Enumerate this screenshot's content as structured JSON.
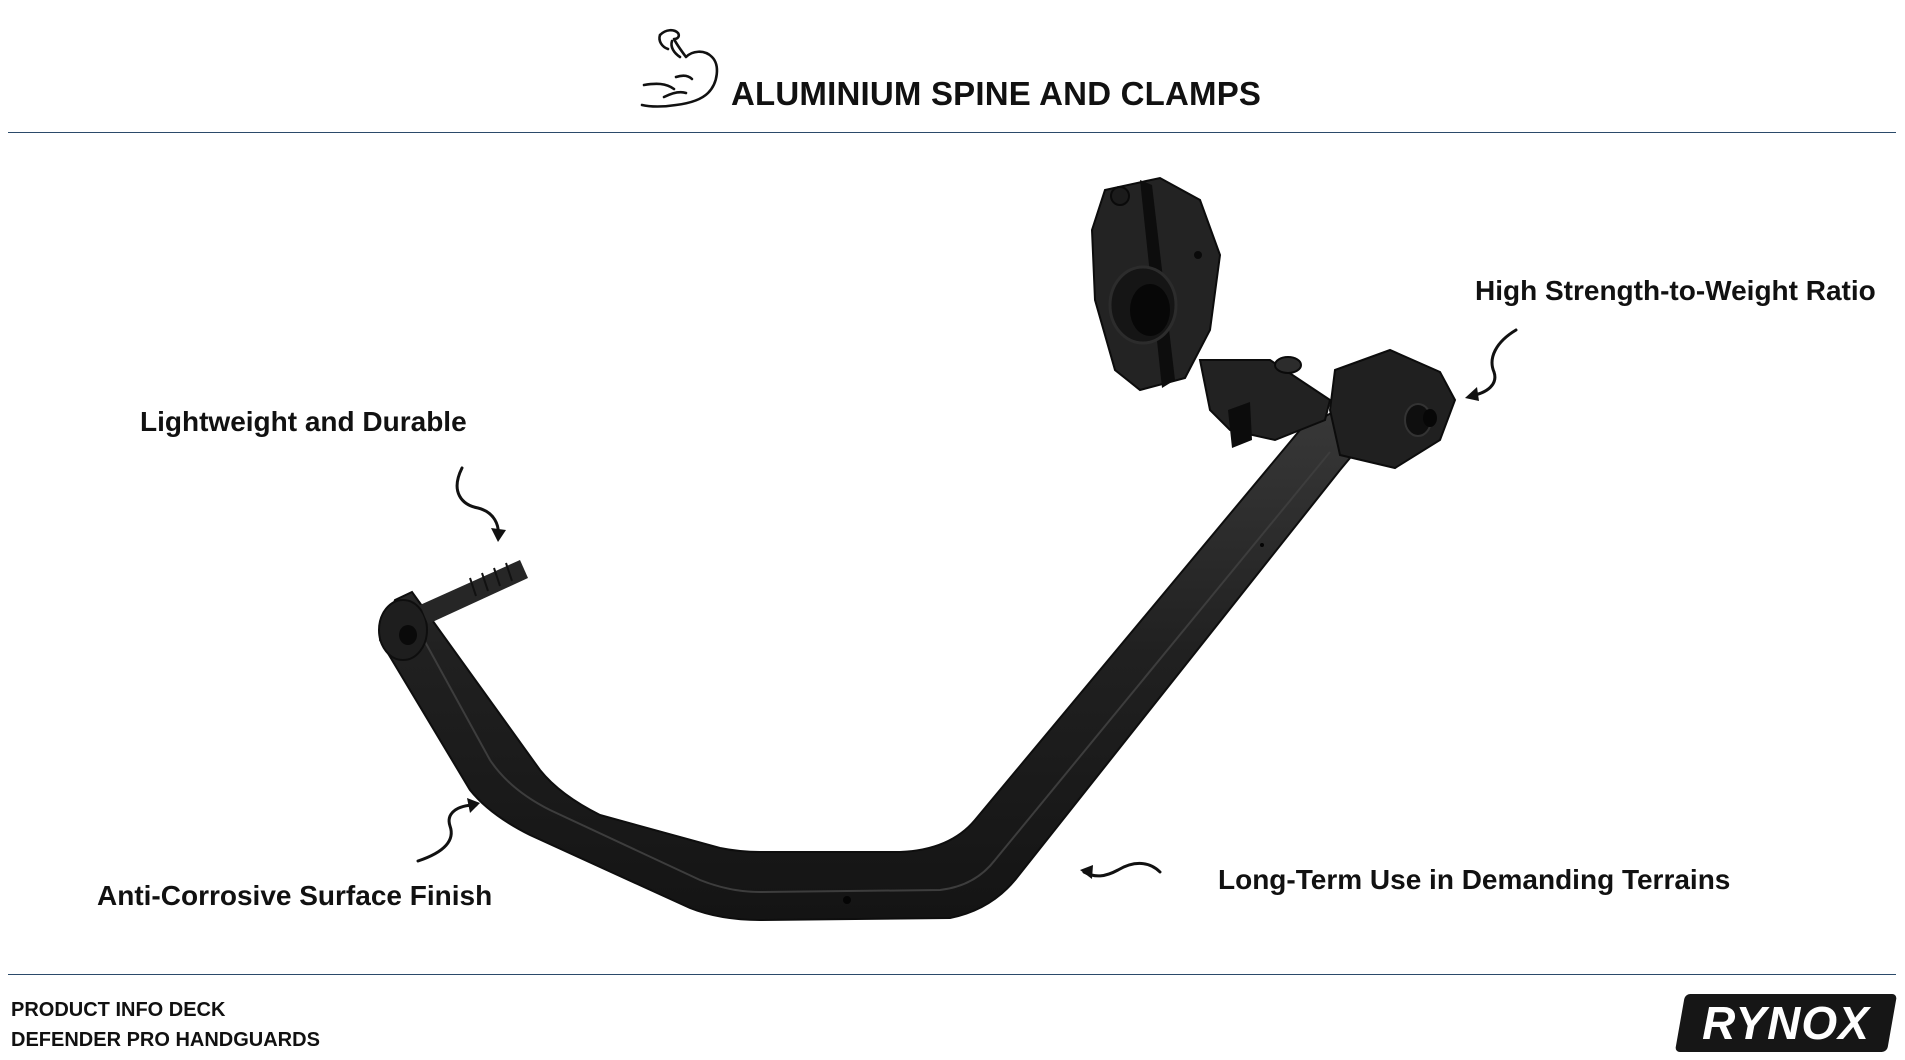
{
  "header": {
    "title": "ALUMINIUM SPINE AND CLAMPS",
    "icon": "flexed-bicep-icon"
  },
  "features": {
    "lightweight": "Lightweight and Durable",
    "strength": "High Strength-to-Weight Ratio",
    "corrosion": "Anti-Corrosive Surface Finish",
    "terrain": "Long-Term Use in Demanding Terrains"
  },
  "footer": {
    "line1": "PRODUCT INFO DECK",
    "line2": "DEFENDER PRO HANDGUARDS"
  },
  "brand": {
    "logo_text": "RYNOX"
  },
  "colors": {
    "rule": "#2b4a6a",
    "text": "#111111",
    "product": "#1c1c1c"
  }
}
